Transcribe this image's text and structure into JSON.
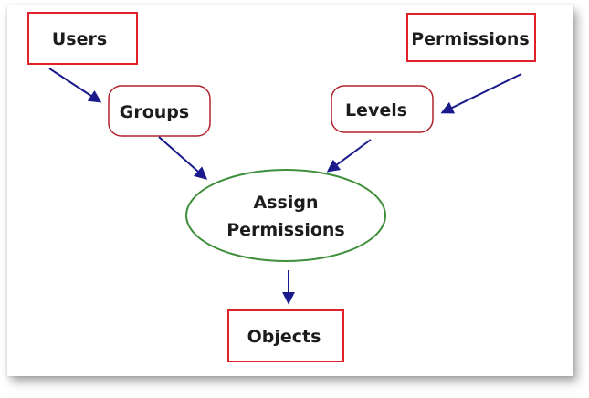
{
  "nodes": {
    "users": "Users",
    "groups": "Groups",
    "permissions": "Permissions",
    "levels": "Levels",
    "assign_line1": "Assign",
    "assign_line2": "Permissions",
    "objects": "Objects"
  },
  "colors": {
    "rect_border": "#e0202a",
    "rounded_border": "#b0222a",
    "ellipse_border": "#3f8f3a",
    "arrow": "#1a1a8c",
    "text": "#1c1c1c"
  }
}
